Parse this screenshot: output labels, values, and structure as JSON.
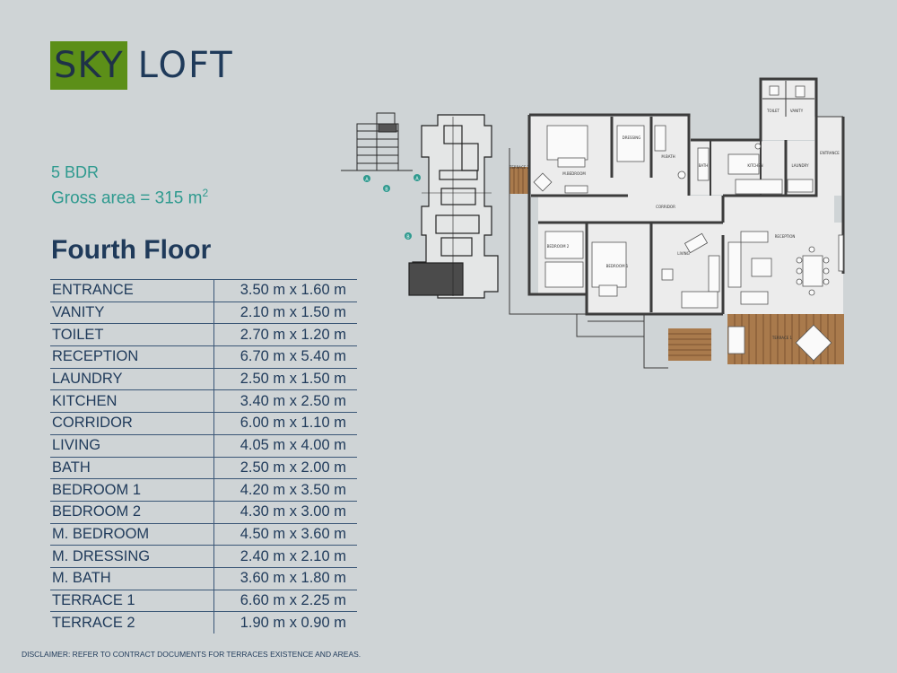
{
  "brand": {
    "part1": "SKY",
    "part2": "LOFT"
  },
  "unit": {
    "bedrooms": "5 BDR",
    "gross_area_label": "Gross area = 315 m",
    "gross_area_sup": "2"
  },
  "floor_title": "Fourth Floor",
  "rooms": [
    {
      "name": "ENTRANCE",
      "size": "3.50 m x 1.60 m"
    },
    {
      "name": "VANITY",
      "size": "2.10 m x 1.50 m"
    },
    {
      "name": "TOILET",
      "size": "2.70 m x 1.20 m"
    },
    {
      "name": "RECEPTION",
      "size": "6.70 m x 5.40 m"
    },
    {
      "name": "LAUNDRY",
      "size": "2.50 m x 1.50 m"
    },
    {
      "name": "KITCHEN",
      "size": "3.40 m x 2.50 m"
    },
    {
      "name": "CORRIDOR",
      "size": "6.00 m x 1.10 m"
    },
    {
      "name": "LIVING",
      "size": "4.05 m x 4.00 m"
    },
    {
      "name": "BATH",
      "size": "2.50 m x 2.00 m"
    },
    {
      "name": "BEDROOM 1",
      "size": "4.20 m x 3.50 m"
    },
    {
      "name": "BEDROOM 2",
      "size": "4.30 m x 3.00 m"
    },
    {
      "name": "M. BEDROOM",
      "size": "4.50 m x 3.60 m"
    },
    {
      "name": "M. DRESSING",
      "size": "2.40 m x 2.10 m"
    },
    {
      "name": "M. BATH",
      "size": "3.60 m x 1.80 m"
    },
    {
      "name": "TERRACE 1",
      "size": "6.60 m x 2.25 m"
    },
    {
      "name": "TERRACE 2",
      "size": "1.90 m x 0.90 m"
    }
  ],
  "plan_labels": {
    "toilet": "TOILET",
    "vanity": "VANITY",
    "entrance": "ENTRANCE",
    "kitchen": "KITCHEN",
    "laundry": "LAUNDRY",
    "bath": "BATH",
    "m_bath": "M.BATH",
    "dressing": "DRESSING",
    "m_bedroom": "M.BEDROOM",
    "terrace2": "TERRACE 2",
    "corridor": "CORRIDOR",
    "bedroom2": "BEDROOM 2",
    "bedroom1": "BEDROOM 1",
    "living": "LIVING",
    "reception": "RECEPTION",
    "terrace1": "TERRACE 1"
  },
  "key_plan_markers": [
    "A",
    "B",
    "A",
    "B"
  ],
  "disclaimer": "DISCLAIMER: REFER TO CONTRACT DOCUMENTS FOR TERRACES EXISTENCE AND AREAS.",
  "colors": {
    "brand_green": "#5c8f18",
    "navy": "#1f3a5a",
    "teal": "#2f9a8f",
    "background": "#cfd4d6"
  }
}
